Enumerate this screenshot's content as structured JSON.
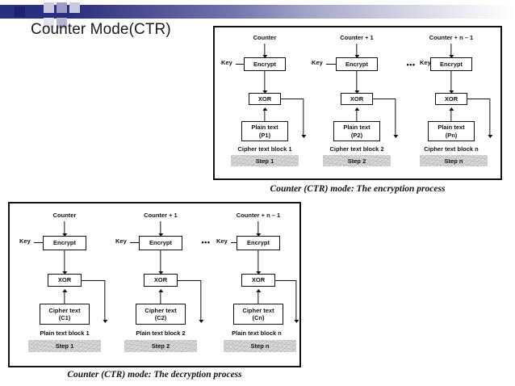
{
  "slide": {
    "title": "Counter Mode(CTR)",
    "accent_color": "#2b2f7f",
    "background_color": "#ffffff"
  },
  "diagrams": [
    {
      "id": "encryption",
      "caption": "Counter (CTR) mode: The encryption process",
      "key_label": "Key",
      "ellipsis": "•••",
      "cipher_unit_label": "Encrypt",
      "xor_label": "XOR",
      "columns": [
        {
          "counter_label": "Counter",
          "data_box_line1": "Plain text",
          "data_box_line2": "(P1)",
          "output_label": "Cipher text block 1",
          "step_label": "Step 1"
        },
        {
          "counter_label": "Counter + 1",
          "data_box_line1": "Plain text",
          "data_box_line2": "(P2)",
          "output_label": "Cipher text block 2",
          "step_label": "Step 2"
        },
        {
          "counter_label": "Counter + n – 1",
          "data_box_line1": "Plain text",
          "data_box_line2": "(Pn)",
          "output_label": "Cipher text block n",
          "step_label": "Step n"
        }
      ]
    },
    {
      "id": "decryption",
      "caption": "Counter (CTR) mode: The decryption process",
      "key_label": "Key",
      "ellipsis": "•••",
      "cipher_unit_label": "Encrypt",
      "xor_label": "XOR",
      "columns": [
        {
          "counter_label": "Counter",
          "data_box_line1": "Cipher text",
          "data_box_line2": "(C1)",
          "output_label": "Plain text block 1",
          "step_label": "Step 1"
        },
        {
          "counter_label": "Counter + 1",
          "data_box_line1": "Cipher text",
          "data_box_line2": "(C2)",
          "output_label": "Plain text block 2",
          "step_label": "Step 2"
        },
        {
          "counter_label": "Counter + n – 1",
          "data_box_line1": "Cipher text",
          "data_box_line2": "(Cn)",
          "output_label": "Plain text block n",
          "step_label": "Step n"
        }
      ]
    }
  ]
}
